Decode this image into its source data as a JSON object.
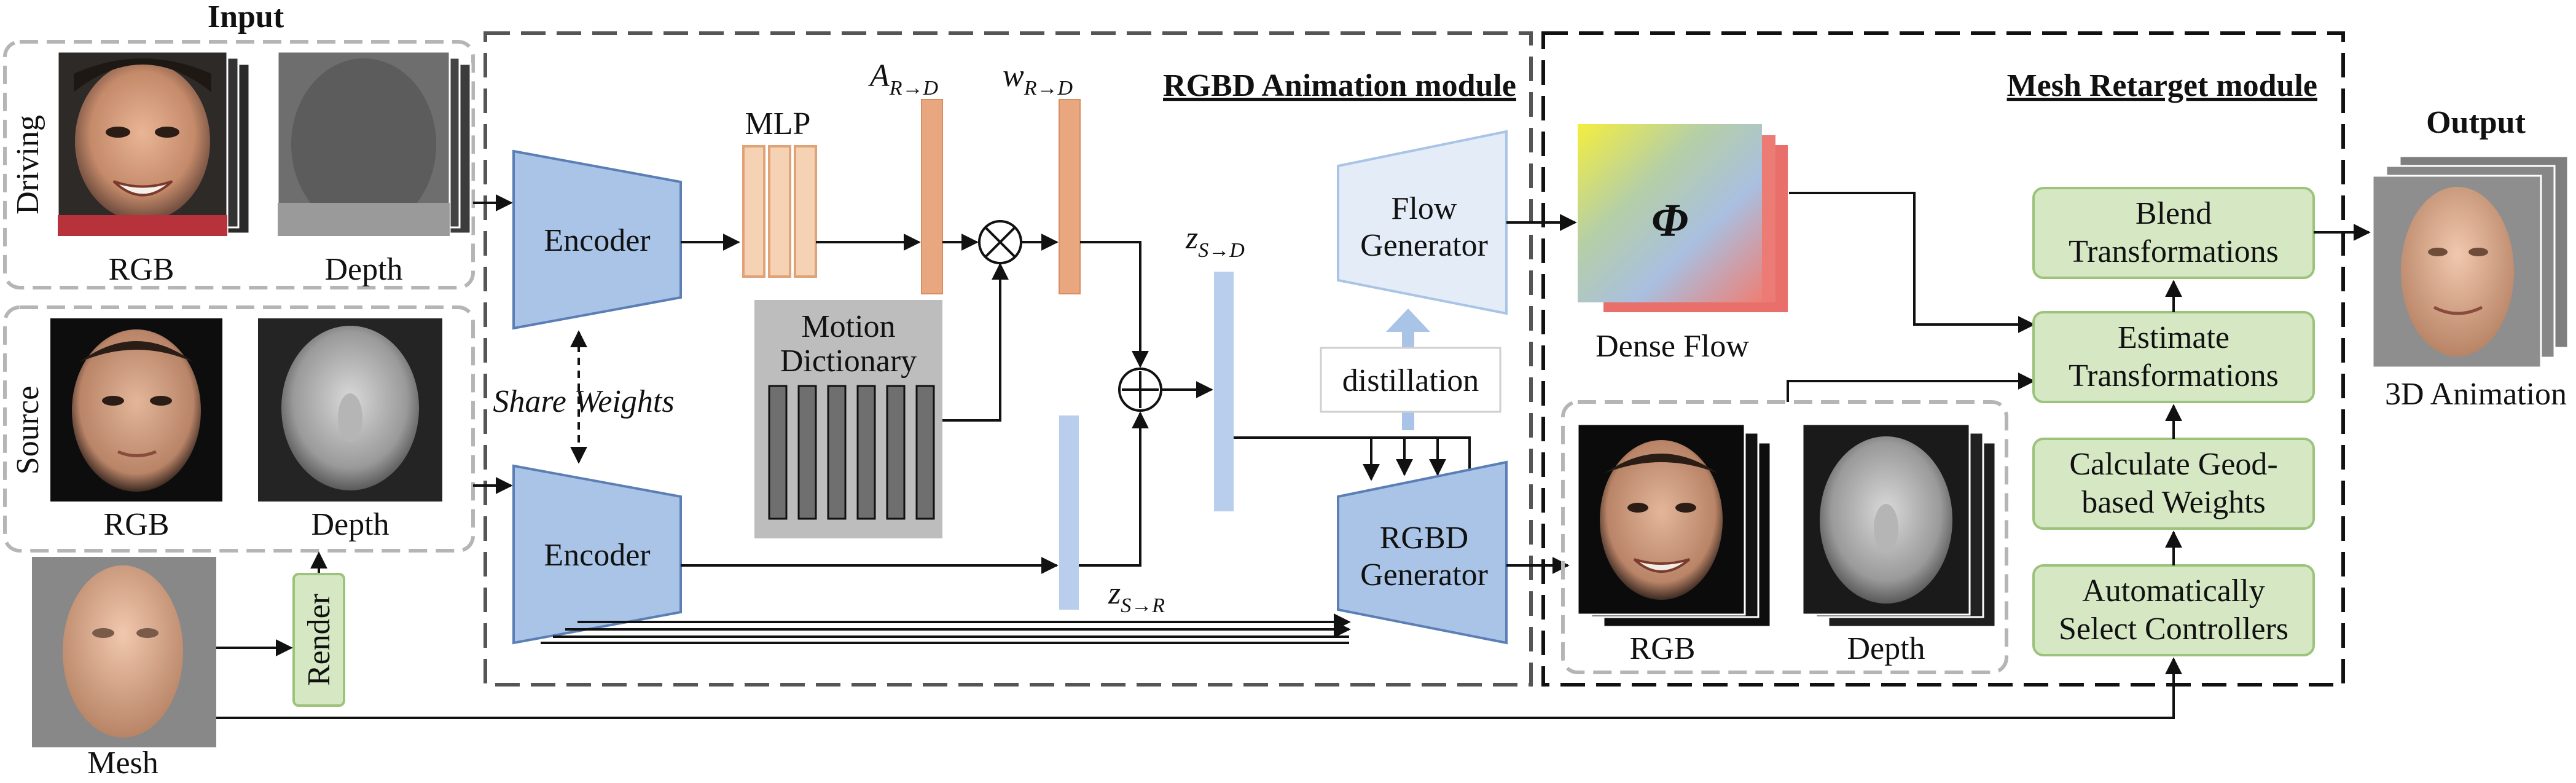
{
  "input": {
    "title": "Input",
    "driving_label": "Driving",
    "source_label": "Source",
    "rgb_label": "RGB",
    "depth_label": "Depth",
    "src_rgb_label": "RGB",
    "src_depth_label": "Depth",
    "mesh_label": "Mesh",
    "render_label": "Render"
  },
  "animation_module": {
    "title": "RGBD Animation module",
    "encoder_top": "Encoder",
    "encoder_bottom": "Encoder",
    "share_weights": "Share Weights",
    "mlp": "MLP",
    "motion_dict_line1": "Motion",
    "motion_dict_line2": "Dictionary",
    "a_main": "A",
    "a_sub": "R→D",
    "w_main": "w",
    "w_sub": "R→D",
    "zsd_main": "z",
    "zsd_sub": "S→D",
    "zsr_main": "z",
    "zsr_sub": "S→R",
    "flow_gen_line1": "Flow",
    "flow_gen_line2": "Generator",
    "distillation": "distillation",
    "rgbd_gen_line1": "RGBD",
    "rgbd_gen_line2": "Generator"
  },
  "retarget_module": {
    "title": "Mesh Retarget module",
    "phi": "Φ",
    "dense_flow": "Dense Flow",
    "out_rgb": "RGB",
    "out_depth": "Depth",
    "step1_line1": "Automatically",
    "step1_line2": "Select Controllers",
    "step2_line1": "Calculate Geod-",
    "step2_line2": "based Weights",
    "step3_line1": "Estimate",
    "step3_line2": "Transformations",
    "step4_line1": "Blend",
    "step4_line2": "Transformations"
  },
  "output": {
    "title": "Output",
    "caption": "3D Animation"
  },
  "colors": {
    "encoder_fill": "#a9c4e6",
    "encoder_stroke": "#5b7fb5",
    "mlp_fill": "#f6d2b4",
    "mlp_stroke": "#e0a377",
    "vector_orange": "#e8a77f",
    "vector_blue": "#b9cdec",
    "motion_bg": "#bdbdbd",
    "motion_bar": "#6f6f6f",
    "green_fill": "#d5e8c3",
    "green_stroke": "#9cc37b",
    "flowgen_fill": "#e4ecf7"
  }
}
